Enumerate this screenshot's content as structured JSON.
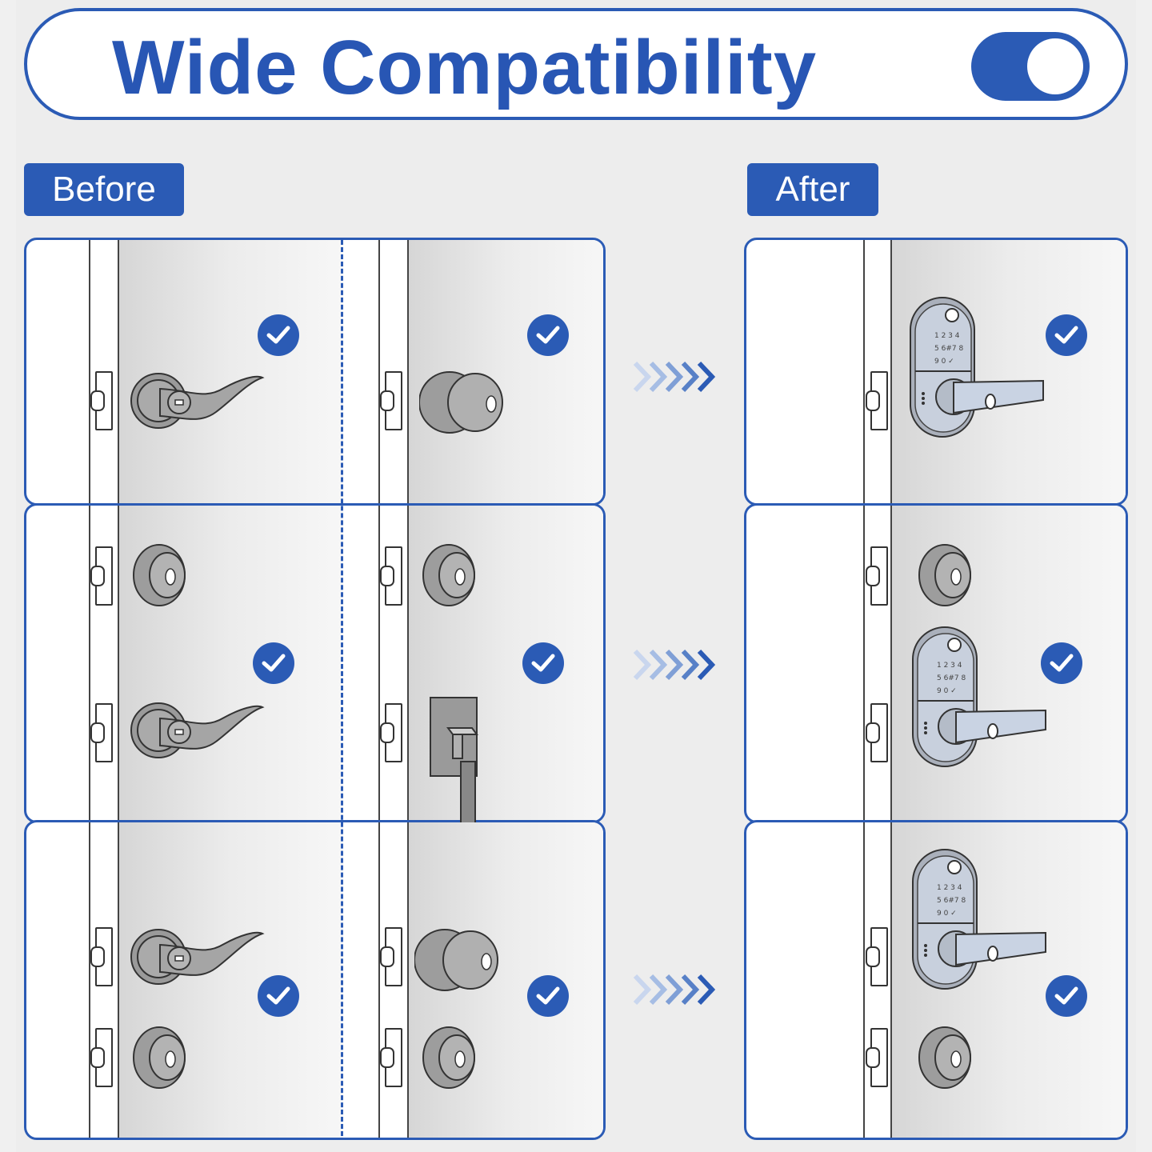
{
  "title": "Wide Compatibility",
  "labels": {
    "before": "Before",
    "after": "After"
  },
  "colors": {
    "accent": "#2b5bb5",
    "background": "#ededed",
    "panel": "#ffffff"
  },
  "rows": [
    {
      "before": [
        "lever-handle",
        "knob"
      ],
      "after": "smart-lock"
    },
    {
      "before": [
        "deadbolt + lever-handle",
        "deadbolt + handleset"
      ],
      "after": "deadbolt + smart-lock"
    },
    {
      "before": [
        "lever-handle + deadbolt",
        "knob + deadbolt"
      ],
      "after": "smart-lock + deadbolt"
    }
  ],
  "keypad_digits": [
    "1 2 3 4",
    "5 6#7 8",
    "9 0 ✓"
  ],
  "icons": [
    "check-icon",
    "chevrons-right-icon",
    "toggle-switch-icon"
  ]
}
